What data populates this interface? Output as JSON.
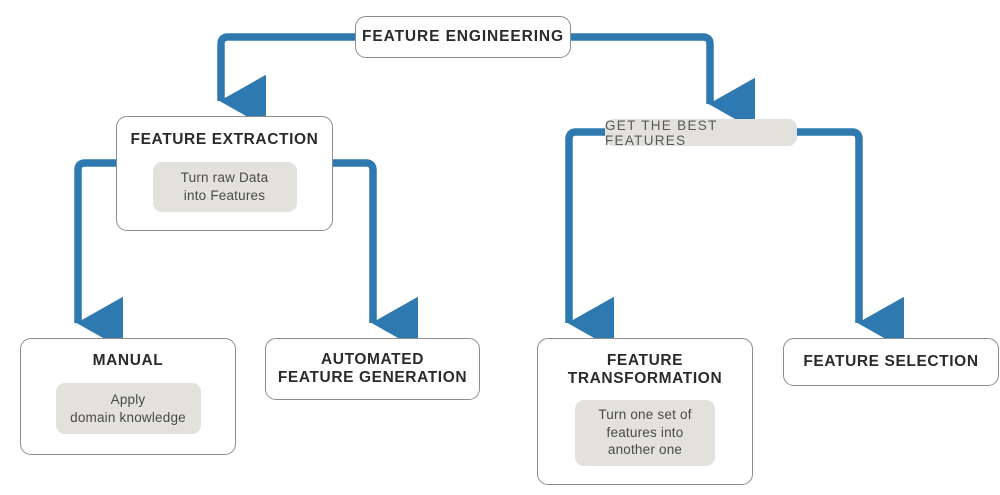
{
  "diagram": {
    "title": "Feature Engineering flowchart",
    "colors": {
      "connector_blue": "#2e7ab0",
      "box_border_gray": "#8d8d8d",
      "subbox_gray": "#e3e1dc",
      "title_text": "#2b2b2b",
      "sub_text": "#4a4a4a",
      "pill_text": "#58585a",
      "background": "#ffffff"
    },
    "nodes": {
      "feature_engineering": {
        "title": "FEATURE ENGINEERING"
      },
      "feature_extraction": {
        "title": "FEATURE EXTRACTION",
        "sub_line1": "Turn raw Data",
        "sub_line2": "into Features"
      },
      "get_best_features": {
        "label": "GET THE BEST FEATURES"
      },
      "manual": {
        "title": "MANUAL",
        "sub_line1": "Apply",
        "sub_line2": "domain knowledge"
      },
      "automated_feature_generation": {
        "title_line1": "AUTOMATED",
        "title_line2": "FEATURE GENERATION"
      },
      "feature_transformation": {
        "title_line1": "FEATURE",
        "title_line2": "TRANSFORMATION",
        "sub_line1": "Turn one set of",
        "sub_line2": "features into",
        "sub_line3": "another one"
      },
      "feature_selection": {
        "title": "FEATURE SELECTION"
      }
    },
    "edges": [
      {
        "from": "feature_engineering",
        "to": "feature_extraction"
      },
      {
        "from": "feature_engineering",
        "to": "get_best_features"
      },
      {
        "from": "feature_extraction",
        "to": "manual"
      },
      {
        "from": "feature_extraction",
        "to": "automated_feature_generation"
      },
      {
        "from": "get_best_features",
        "to": "feature_transformation"
      },
      {
        "from": "get_best_features",
        "to": "feature_selection"
      }
    ]
  }
}
